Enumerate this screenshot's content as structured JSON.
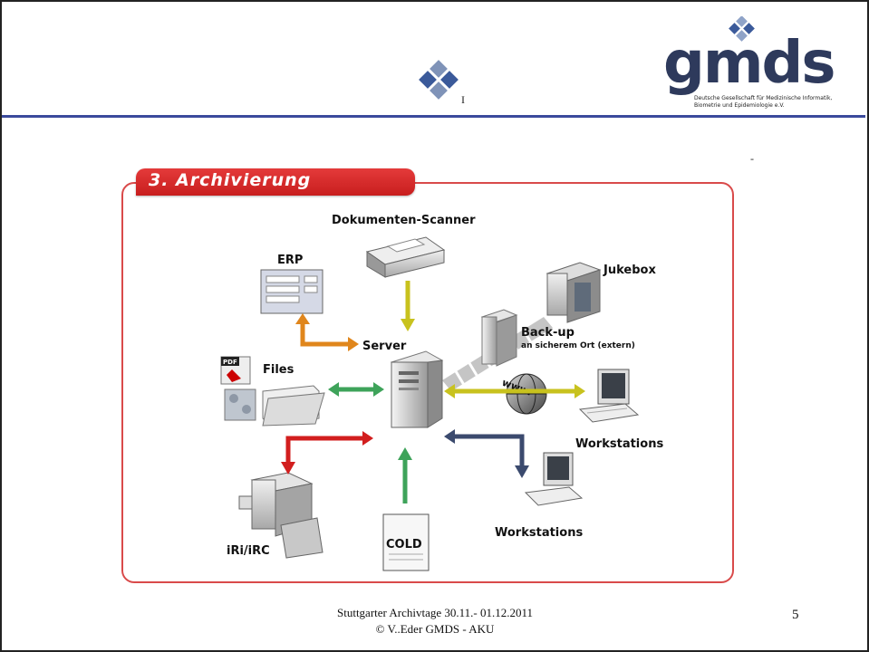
{
  "header": {
    "small_mark": "I",
    "logo": {
      "word": "gmds",
      "subtitle_line1": "Deutsche Gesellschaft für Medizinische Informatik,",
      "subtitle_line2": "Biometrie und Epidemiologie e.V."
    },
    "dash_mark": "-"
  },
  "diagram": {
    "title": "3. Archivierung",
    "nodes": {
      "scanner": "Dokumenten-Scanner",
      "erp": "ERP",
      "server": "Server",
      "files": "Files",
      "pdf_badge": "PDF",
      "jukebox": "Jukebox",
      "backup": "Back-up",
      "backup_sub": "an sicherem Ort (extern)",
      "www": "www.",
      "workstations_top": "Workstations",
      "workstations_bottom": "Workstations",
      "iri": "iRi/iRC",
      "cold": "COLD"
    },
    "colors": {
      "frame_red": "#d94a4a",
      "tab_red": "#c81e1e",
      "arrow_yellow": "#c8c21e",
      "arrow_orange": "#e0861c",
      "arrow_green": "#3ea35a",
      "arrow_red": "#d21e1e",
      "arrow_navy": "#3b4a6e",
      "logo_navy": "#2e3a5c",
      "header_blue": "#3b4a9c"
    }
  },
  "footer": {
    "line1": "Stuttgarter Archivtage 30.11.- 01.12.2011",
    "line2": "© V..Eder GMDS - AKU",
    "page_number": "5"
  }
}
